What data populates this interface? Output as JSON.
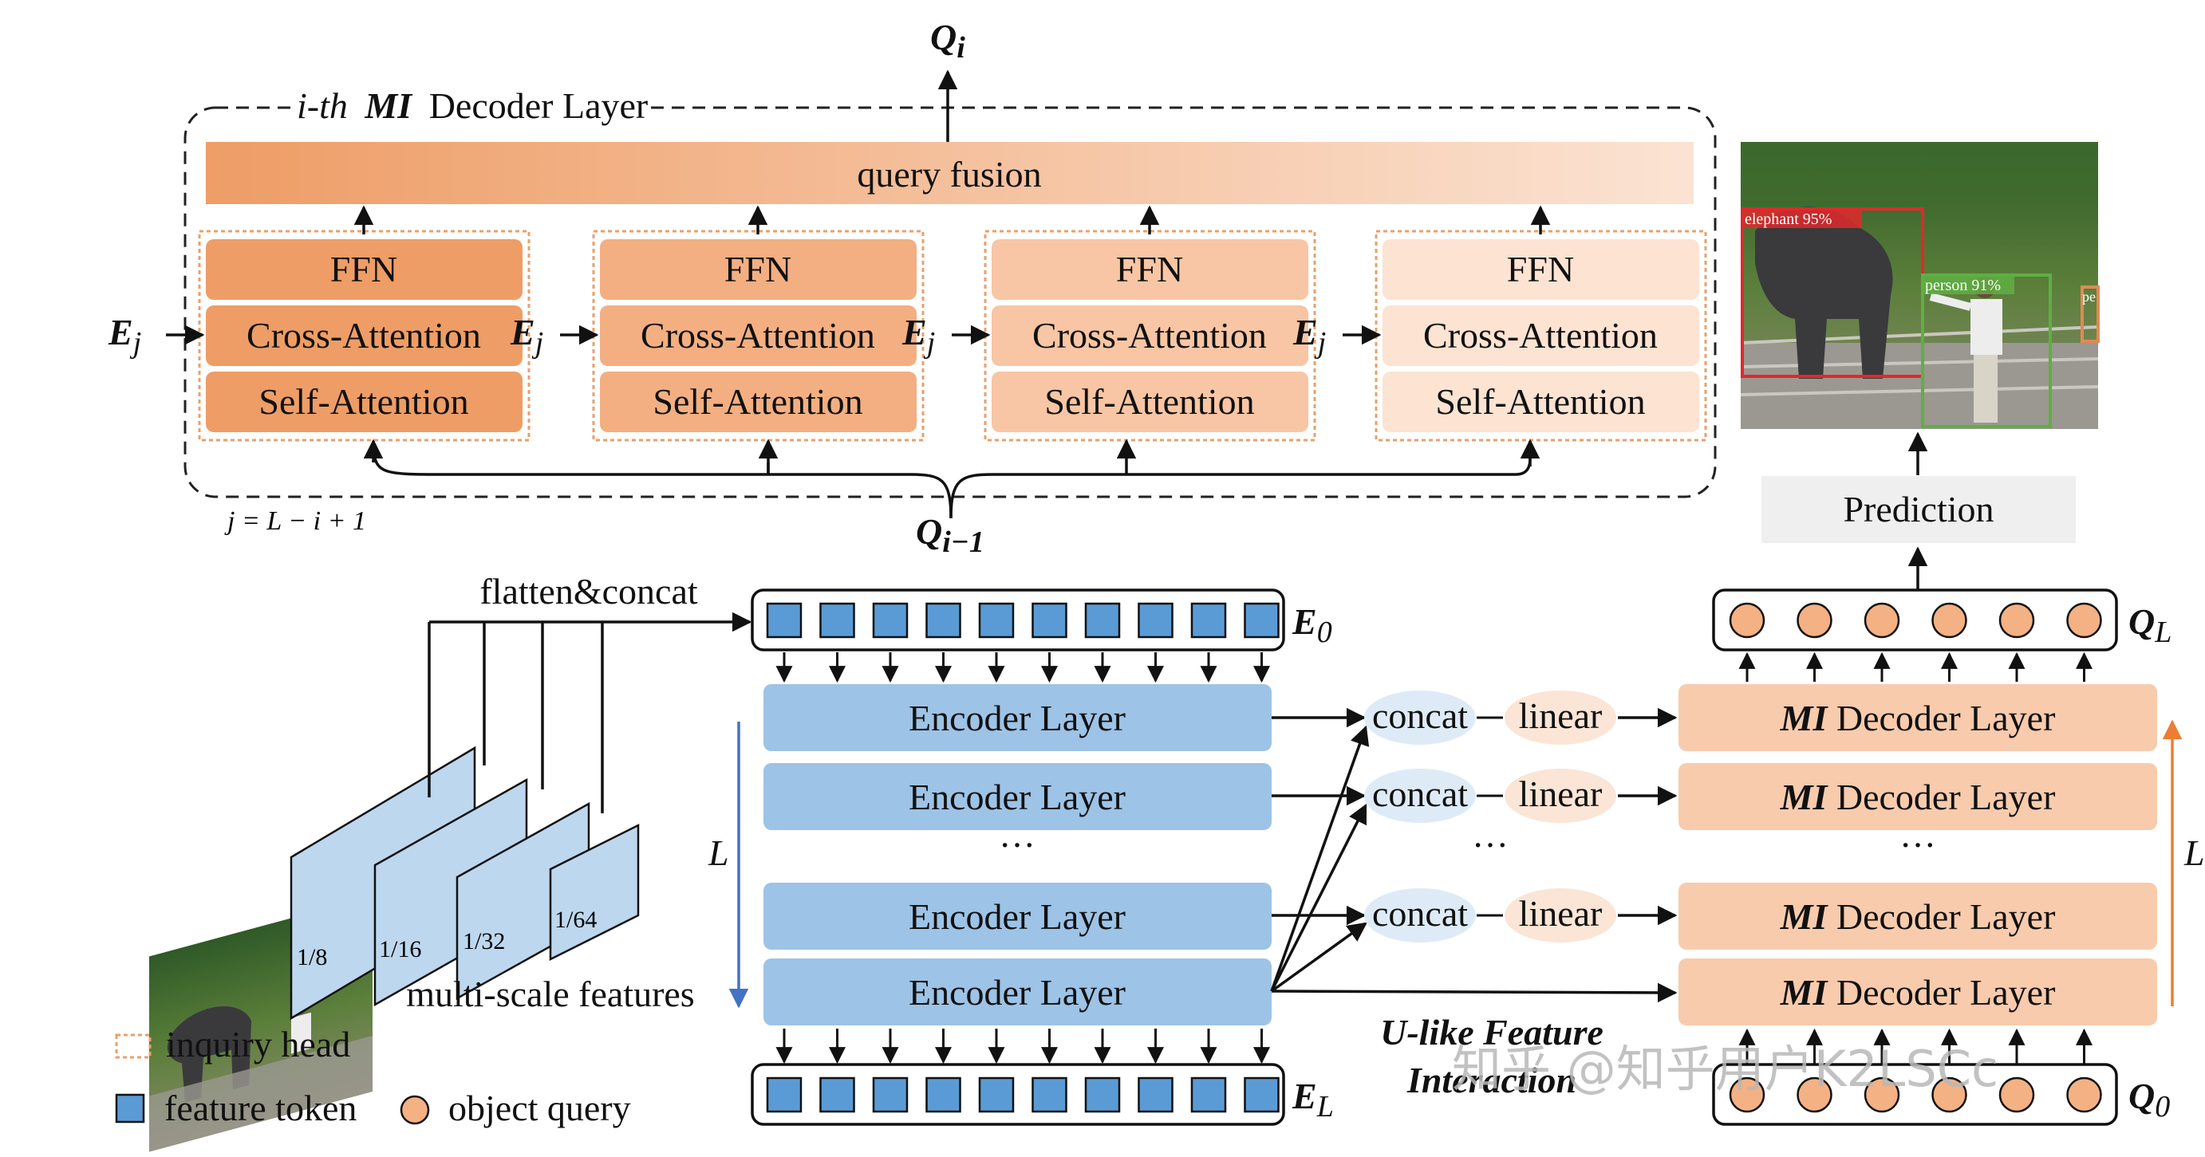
{
  "top": {
    "output_query": "Q",
    "output_query_sub": "i",
    "decoder_title_prefix": "i-th",
    "decoder_title_bold": "MI",
    "decoder_title_suffix": "Decoder Layer",
    "query_fusion": "query fusion",
    "heads": [
      {
        "ffn": "FFN",
        "cross": "Cross-Attention",
        "self": "Self-Attention",
        "input": "E",
        "input_sub": "j"
      },
      {
        "ffn": "FFN",
        "cross": "Cross-Attention",
        "self": "Self-Attention",
        "input": "E",
        "input_sub": "j"
      },
      {
        "ffn": "FFN",
        "cross": "Cross-Attention",
        "self": "Self-Attention",
        "input": "E",
        "input_sub": "j"
      },
      {
        "ffn": "FFN",
        "cross": "Cross-Attention",
        "self": "Self-Attention",
        "input": "E",
        "input_sub": "j"
      }
    ],
    "j_formula": "j = L − i + 1",
    "input_query": "Q",
    "input_query_sub": "i−1"
  },
  "prediction": {
    "label": "Prediction",
    "detections": [
      "elephant 95%",
      "person 91%",
      "pe"
    ]
  },
  "encoder": {
    "input_label": "E",
    "input_sub": "0",
    "output_label": "E",
    "output_sub": "L",
    "layers": [
      "Encoder Layer",
      "Encoder Layer",
      "···",
      "Encoder Layer",
      "Encoder Layer"
    ],
    "depth_label": "L",
    "token_count": 10
  },
  "fusion": {
    "rows": [
      {
        "concat": "concat",
        "linear": "linear"
      },
      {
        "concat": "concat",
        "linear": "linear"
      },
      {
        "concat": "···",
        "linear": ""
      },
      {
        "concat": "concat",
        "linear": "linear"
      }
    ],
    "caption_line1": "U-like Feature",
    "caption_line2": "Interaction"
  },
  "decoder": {
    "layer_bold": "MI",
    "layer_suffix": "Decoder Layer",
    "dots": "···",
    "output_label": "Q",
    "output_sub": "L",
    "input_label": "Q",
    "input_sub": "0",
    "depth_label": "L",
    "query_count": 6
  },
  "backbone": {
    "flatten_label": "flatten&concat",
    "scales": [
      "1/8",
      "1/16",
      "1/32",
      "1/64"
    ],
    "caption": "multi-scale features"
  },
  "legend": {
    "inquiry_head": "inquiry head",
    "feature_token": "feature token",
    "object_query": "object query"
  },
  "watermark": "知乎 @知乎用户K2LSCc",
  "colors": {
    "orange_dark": "#EE9D66",
    "orange_mid": "#F5B68C",
    "orange_light": "#F9D4BB",
    "orange_pale": "#FCE6D8",
    "blue_box": "#9DC3E6",
    "blue_token": "#5B9BD5",
    "decoder_box": "#F8CBAD",
    "object_query": "#F4B183",
    "concat_fill": "#DEEBF7",
    "linear_fill": "#FBE5D6",
    "prediction_fill": "#EFEFEF",
    "feature_map": "#BDD7EE"
  }
}
